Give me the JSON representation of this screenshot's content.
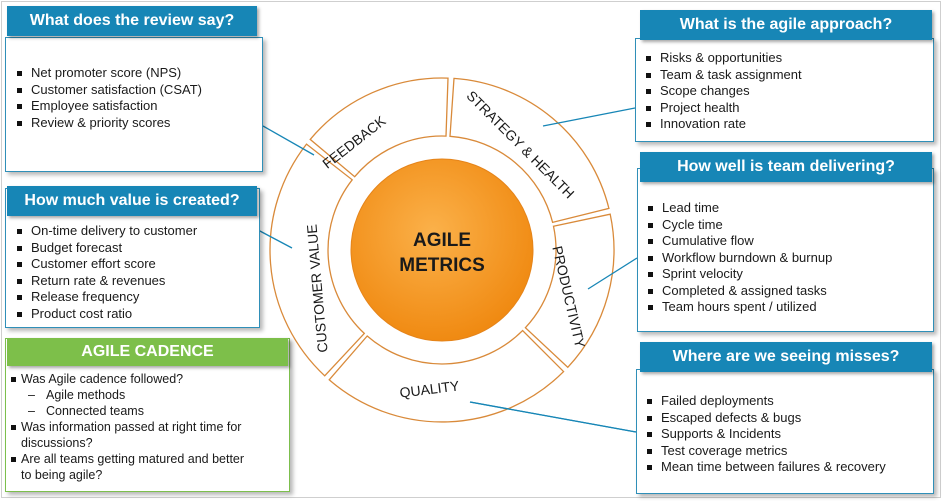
{
  "center": {
    "line1": "AGILE",
    "line2": "METRICS"
  },
  "segments": {
    "feedback": "FEEDBACK",
    "strategy": "STRATEGY & HEALTH",
    "productivity": "PRODUCTIVITY",
    "quality": "QUALITY",
    "customer_value": "CUSTOMER VALUE"
  },
  "review": {
    "title": "What does the review say?",
    "items": [
      "Net promoter score (NPS)",
      "Customer satisfaction (CSAT)",
      "Employee satisfaction",
      "Review & priority scores"
    ]
  },
  "agile_approach": {
    "title": "What is the agile approach?",
    "items": [
      "Risks & opportunities",
      "Team & task assignment",
      "Scope changes",
      "Project health",
      "Innovation rate"
    ]
  },
  "value": {
    "title": "How much value is created?",
    "items": [
      "On-time delivery to customer",
      "Budget forecast",
      "Customer effort score",
      "Return rate & revenues",
      "Release frequency",
      "Product cost ratio"
    ]
  },
  "delivering": {
    "title": "How well is team delivering?",
    "items": [
      "Lead time",
      "Cycle time",
      "Cumulative flow",
      "Workflow burndown & burnup",
      "Sprint velocity",
      "Completed & assigned tasks",
      "Team hours spent / utilized"
    ]
  },
  "cadence": {
    "title": "AGILE CADENCE",
    "q1": "Was Agile cadence followed?",
    "sub1": "Agile methods",
    "sub2": "Connected teams",
    "q2a": "Was information passed at right time for",
    "q2b": "discussions?",
    "q3a": "Are all teams getting matured and better",
    "q3b": "to being agile?"
  },
  "misses": {
    "title": "Where are we seeing misses?",
    "items": [
      "Failed deployments",
      "Escaped defects & bugs",
      "Supports & Incidents",
      "Test coverage metrics",
      "Mean time between failures & recovery"
    ]
  },
  "colors": {
    "accent_blue": "#1786b6",
    "accent_green": "#7dbf4a",
    "center_orange": "#f7941d",
    "ring_outline": "#d98a3a"
  }
}
